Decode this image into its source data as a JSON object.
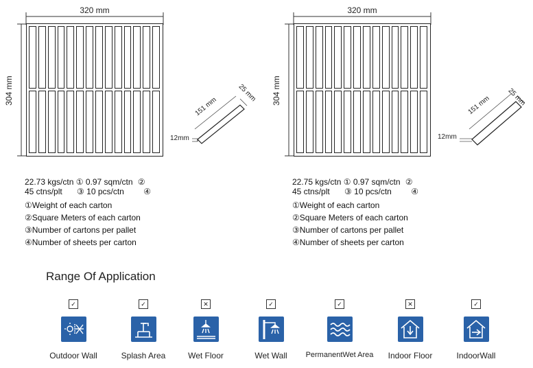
{
  "panels": [
    {
      "width_label": "320 mm",
      "height_label": "304 mm",
      "strip_length": "151 mm",
      "strip_width": "25 mm",
      "strip_thickness": "12mm",
      "spec_row1": {
        "weight": "22.73 kgs/ctn",
        "m1": "①",
        "sqm": "0.97 sqm/ctn",
        "m2": "②"
      },
      "spec_row2": {
        "ctns": "45 ctns/plt",
        "m3": "③",
        "pcs": "10 pcs/ctn",
        "m4": "④"
      }
    },
    {
      "width_label": "320 mm",
      "height_label": "304 mm",
      "strip_length": "151 mm",
      "strip_width": "25 mm",
      "strip_thickness": "12mm",
      "spec_row1": {
        "weight": "22.75 kgs/ctn",
        "m1": "①",
        "sqm": "0.97 sqm/ctn",
        "m2": "②"
      },
      "spec_row2": {
        "ctns": "45 ctns/plt",
        "m3": "③",
        "pcs": "10 pcs/ctn",
        "m4": "④"
      }
    }
  ],
  "legend": [
    {
      "marker": "①",
      "text": "Weight of each carton"
    },
    {
      "marker": "②",
      "text": "Square Meters of each carton"
    },
    {
      "marker": "③",
      "text": "Number of cartons per pallet"
    },
    {
      "marker": "④",
      "text": "Number of sheets per carton"
    }
  ],
  "range_title": "Range Of Application",
  "applications": [
    {
      "label": "Outdoor Wall",
      "mark": "✓",
      "icon": "snow-sun-icon"
    },
    {
      "label": "Splash Area",
      "mark": "✓",
      "icon": "faucet-icon"
    },
    {
      "label": "Wet Floor",
      "mark": "✕",
      "icon": "shower-floor-icon"
    },
    {
      "label": "Wet Wall",
      "mark": "✓",
      "icon": "shower-wall-icon"
    },
    {
      "label": "PermanentWet Area",
      "mark": "✓",
      "icon": "waves-icon"
    },
    {
      "label": "Indoor Floor",
      "mark": "✕",
      "icon": "house-down-icon"
    },
    {
      "label": "IndoorWall",
      "mark": "✓",
      "icon": "house-arrow-icon"
    }
  ],
  "colors": {
    "icon_blue": "#2a62a8"
  }
}
